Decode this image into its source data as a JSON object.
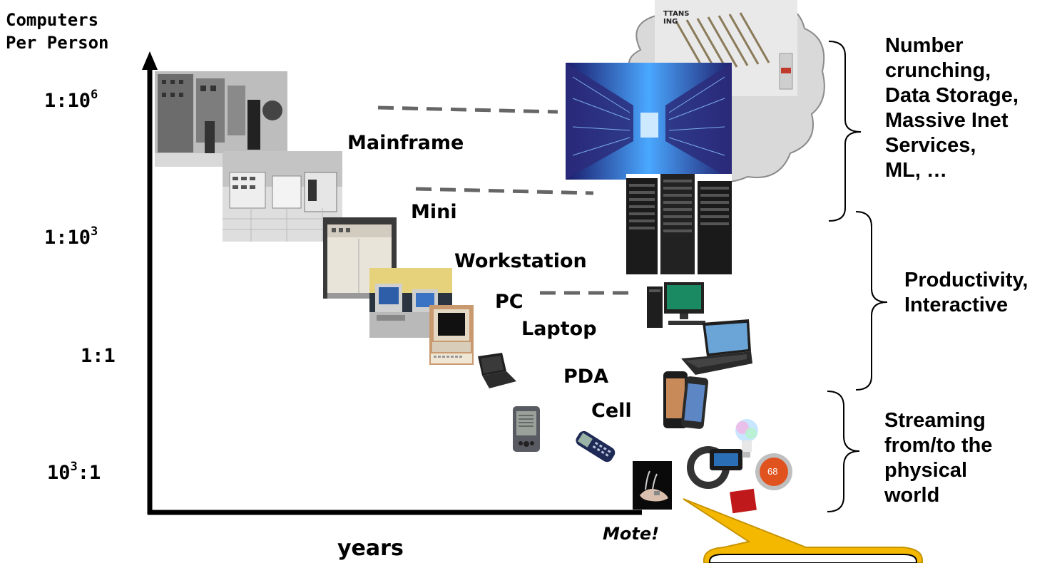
{
  "y_axis": {
    "title_line1": "Computers",
    "title_line2": "Per Person",
    "ticks": {
      "t1": {
        "base": "1:10",
        "exp": "6"
      },
      "t2": {
        "base": "1:10",
        "exp": "3"
      },
      "t3": {
        "text": "1:1"
      },
      "t4": {
        "base": "10",
        "exp": "3",
        "rest": ":1"
      }
    }
  },
  "x_axis": {
    "title": "years"
  },
  "eras": {
    "mainframe": "Mainframe",
    "mini": "Mini",
    "workstation": "Workstation",
    "pc": "PC",
    "laptop": "Laptop",
    "pda": "PDA",
    "cell": "Cell",
    "mote": "Mote!"
  },
  "categories": {
    "top": [
      "Number",
      "crunching,",
      "Data Storage,",
      "Massive Inet",
      "Services,",
      "ML, …"
    ],
    "middle": [
      "Productivity,",
      "Interactive"
    ],
    "bottom": [
      "Streaming",
      "from/to the",
      "physical",
      "world"
    ]
  },
  "cloud_caption": [
    "TTANS",
    "ING"
  ],
  "thermostat_value": "68",
  "colors": {
    "axis": "#000000",
    "dash": "#666666",
    "callout_fill": "#f5b800",
    "callout_stroke": "#c79400",
    "cloud_fill": "#d9d9d9"
  }
}
